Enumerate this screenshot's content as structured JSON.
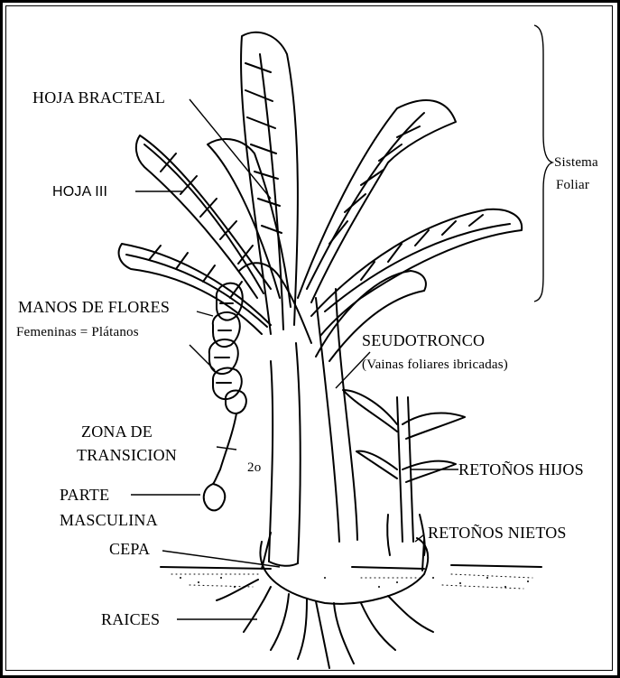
{
  "labels": {
    "hoja_bracteal": "HOJA BRACTEAL",
    "hoja_iii": "HOJA III",
    "manos_de_flores": "MANOS DE FLORES",
    "femeninas": "Femeninas = Plátanos",
    "zona_de": "ZONA DE",
    "transicion": "TRANSICION",
    "parte": "PARTE",
    "masculina": "MASCULINA",
    "cepa": "CEPA",
    "raices": "RAICES",
    "seudotronco": "SEUDOTRONCO",
    "vainas": "(Vainas foliares ibricadas)",
    "retonos_hijos": "RETOÑOS HIJOS",
    "retonos_nietos": "RETOÑOS NIETOS",
    "sistema": "Sistema",
    "foliar": "Foliar",
    "marca_2o": "2o"
  }
}
